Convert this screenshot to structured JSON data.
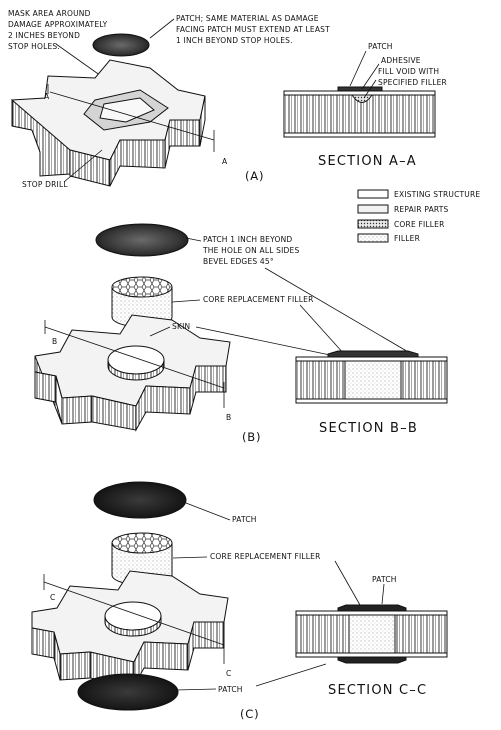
{
  "diagram_a": {
    "mask_label": [
      "MASK AREA AROUND",
      "DAMAGE APPROXIMATELY",
      "2 INCHES BEYOND",
      "STOP HOLES."
    ],
    "patch_label": [
      "PATCH; SAME MATERIAL AS DAMAGE",
      "FACING PATCH MUST EXTEND AT LEAST",
      "1 INCH BEYOND STOP HOLES."
    ],
    "stop_drill_label": "STOP DRILL",
    "cut_label_left": "A",
    "cut_label_right": "A",
    "caption": "(A)",
    "section_title": "SECTION A–A",
    "section_labels": {
      "patch": "PATCH",
      "adhesive": "ADHESIVE",
      "fill_void": [
        "FILL VOID WITH",
        "SPECIFIED FILLER"
      ]
    }
  },
  "legend": {
    "items": [
      "EXISTING STRUCTURE",
      "REPAIR PARTS",
      "CORE FILLER",
      "FILLER"
    ]
  },
  "diagram_b": {
    "patch_label": [
      "PATCH  1 INCH BEYOND",
      "THE HOLE ON ALL SIDES",
      "BEVEL EDGES 45°"
    ],
    "core_label": "CORE REPLACEMENT FILLER",
    "skin_label": "SKIN",
    "cut_label_left": "B",
    "cut_label_right": "B",
    "caption": "(B)",
    "section_title": "SECTION B–B"
  },
  "diagram_c": {
    "patch_top_label": "PATCH",
    "core_label": "CORE REPLACEMENT FILLER",
    "patch_section_label": "PATCH",
    "patch_bottom_label": "PATCH",
    "cut_label_left": "C",
    "cut_label_right": "C",
    "caption": "(C)",
    "section_title": "SECTION C–C"
  }
}
